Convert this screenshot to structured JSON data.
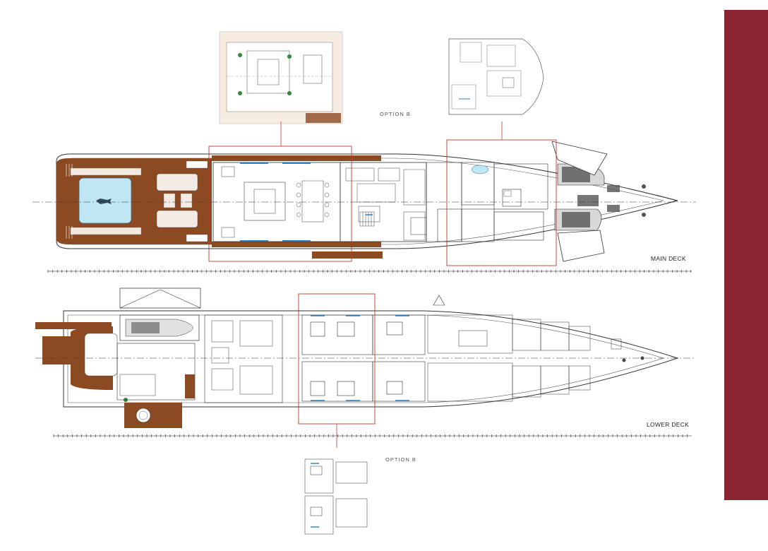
{
  "labels": {
    "main_deck": "MAIN DECK",
    "lower_deck": "LOWER DECK",
    "option_top": "OPTION B",
    "option_bottom": "OPTION B"
  },
  "colors": {
    "deck_wood": "#8b4a22",
    "accent_bar": "#8b2531",
    "outline_red": "#c0392b",
    "line": "#333333",
    "pool": "#bfe6f2"
  },
  "icons": [
    "pool-icon",
    "tender-boat-icon",
    "jetski-icon",
    "anchor-icon"
  ]
}
